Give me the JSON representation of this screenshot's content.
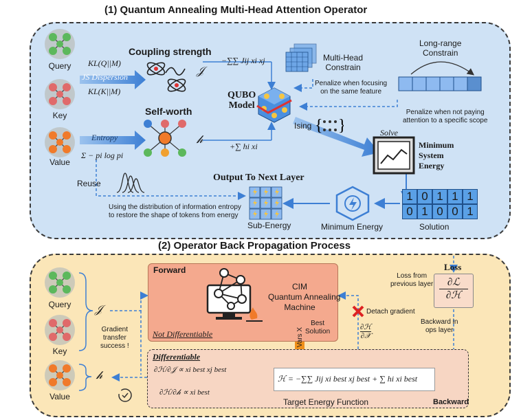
{
  "section1": {
    "title": "(1) Quantum Annealing Multi-Head Attention Operator",
    "inputs": {
      "query": "Query",
      "key": "Key",
      "value": "Value"
    },
    "kl_q": "KL(Q||M)",
    "js_dispersion": "JS Dispersion",
    "kl_k": "KL(K||M)",
    "entropy": "Entropy",
    "entropy_formula": "Σ − pi log pi",
    "coupling_strength": "Coupling strength",
    "self_worth": "Self-worth",
    "j_symbol": "𝒥",
    "h_symbol": "𝒽",
    "coupling_term": "−∑∑ Jij xi xj",
    "field_term": "+∑ hi xi",
    "multihead_constrain": [
      "Multi-Head",
      "Constrain"
    ],
    "penalize_same": [
      "Penalize when focusing",
      "on the same feature"
    ],
    "long_range": [
      "Long-range",
      "Constrain"
    ],
    "penalize_scope": [
      "Penalize when not paying",
      "attention to a specific scope"
    ],
    "qubo": [
      "QUBO",
      "Model"
    ],
    "ising": "Ising",
    "solve": "Solve",
    "min_system_energy": [
      "Minimum",
      "System",
      "Energy"
    ],
    "solution_rows": [
      [
        "1",
        "0",
        "1",
        "1",
        "1"
      ],
      [
        "0",
        "1",
        "0",
        "0",
        "1"
      ]
    ],
    "solution": "Solution",
    "min_energy": "Minimum Energy",
    "output_next": "Output To Next Layer",
    "sub_energy": "Sub-Energy",
    "reuse": "Reuse",
    "entropy_restore": [
      "Using the distribution of information entropy",
      "to restore the shape of tokens from energy"
    ]
  },
  "section2": {
    "title": "(2) Operator Back Propagation Process",
    "inputs": {
      "query": "Query",
      "key": "Key",
      "value": "Value"
    },
    "j_symbol": "𝒥",
    "h_symbol": "𝒽",
    "forward": "Forward",
    "cim": [
      "CIM",
      "Quantum Annealing",
      "Machine"
    ],
    "not_differentiable": "Not Differentiable",
    "best_solution": [
      "Best",
      "Solution"
    ],
    "best_vars": "Best Vars X",
    "detach_gradient": "Detach gradient",
    "dh_dx": [
      "∂ℋ",
      "∂𝒳"
    ],
    "loss": "Loss",
    "loss_from_prev": [
      "Loss from",
      "previous layer"
    ],
    "dl": "∂ℒ",
    "dh": "∂ℋ",
    "backward_in_ops": [
      "Backward in",
      "ops layer"
    ],
    "differentiable": "Differentiable",
    "grad_j": "∂ℋ/∂𝒥 ∝ xi best xj best",
    "grad_h": "∂ℋ/∂𝒽 ∝ xi best",
    "hamiltonian": "ℋ = −∑∑ Jij xi best xj best + ∑ hi xi best",
    "target_energy": "Target Energy Function",
    "backward": "Backward",
    "gradient_transfer": [
      "Gradient",
      "transfer",
      "success !"
    ]
  },
  "colors": {
    "panel_blue": "#cfe2f5",
    "panel_orange": "#fbe6b8",
    "arrow_blue": "#3d7fd4",
    "node_green": "#5cb85c",
    "node_red": "#e06a6a",
    "node_orange": "#f07a2a",
    "forward_box": "#f4a98e"
  }
}
